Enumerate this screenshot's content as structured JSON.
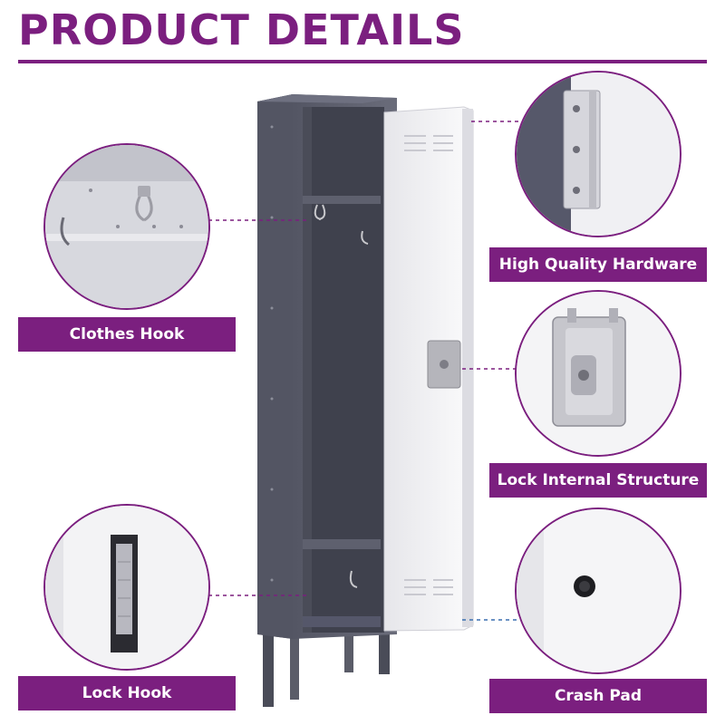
{
  "header": {
    "title": "PRODUCT DETAILS"
  },
  "labels": {
    "clothes_hook": "Clothes Hook",
    "lock_hook": "Lock Hook",
    "high_quality_hardware": "High Quality Hardware",
    "lock_internal_structure": "Lock Internal Structure",
    "crash_pad": "Crash Pad"
  },
  "colors": {
    "accent": "#7b1f7f",
    "locker_body": "#5c5e6c",
    "locker_door": "#f1f1f3",
    "connector_dashed": "#7b1f7f",
    "connector_blue": "#3a6fb0"
  }
}
